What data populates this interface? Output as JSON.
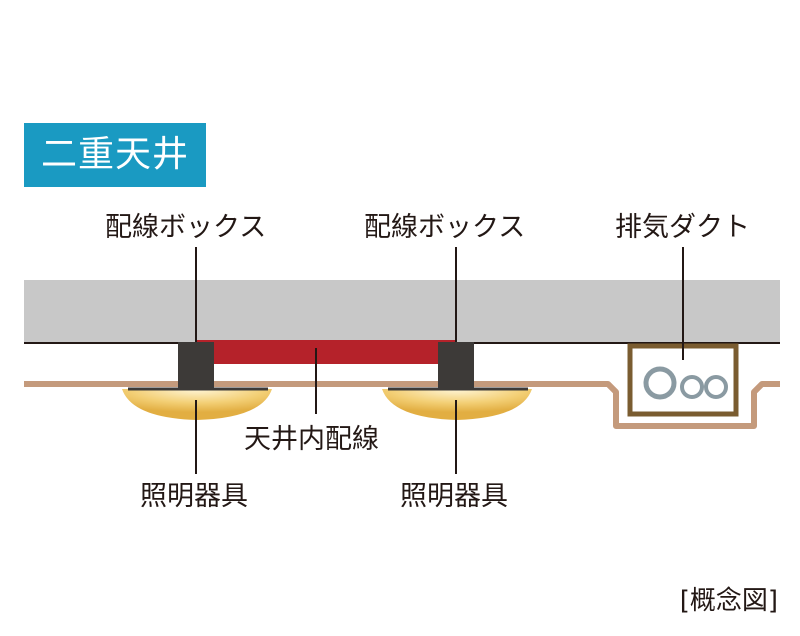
{
  "title": "二重天井",
  "labels": {
    "junction_box_left": "配線ボックス",
    "junction_box_right": "配線ボックス",
    "exhaust_duct": "排気ダクト",
    "ceiling_wiring": "天井内配線",
    "light_fixture_left": "照明器具",
    "light_fixture_right": "照明器具"
  },
  "caption": "[概念図]",
  "colors": {
    "badge": "#1a9ac2",
    "slab": "#c8c8c8",
    "wiring": "#b5222a",
    "box": "#3d3a38",
    "ceiling_board": "#c49a7c",
    "duct_frame": "#7a5c30",
    "pipes": "#8a9aa2"
  }
}
